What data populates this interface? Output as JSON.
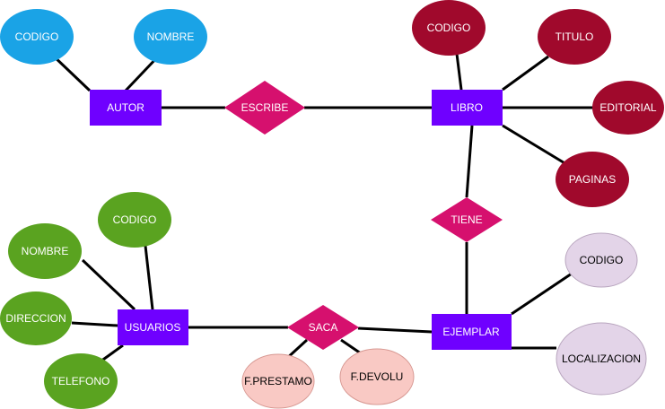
{
  "colors": {
    "entity": "#6f00ff",
    "relationship": "#d6106e",
    "autor_attr": "#1aa3e6",
    "libro_attr": "#a0092c",
    "usuario_attr": "#5aa320",
    "ejemplar_attr": "#e3d4e8",
    "saca_attr": "#f9c9c4"
  },
  "entities": {
    "autor": "AUTOR",
    "libro": "LIBRO",
    "usuarios": "USUARIOS",
    "ejemplar": "EJEMPLAR"
  },
  "relationships": {
    "escribe": "ESCRIBE",
    "tiene": "TIENE",
    "saca": "SACA"
  },
  "attributes": {
    "autor_codigo": "CODIGO",
    "autor_nombre": "NOMBRE",
    "libro_codigo": "CODIGO",
    "libro_titulo": "TITULO",
    "libro_editorial": "EDITORIAL",
    "libro_paginas": "PAGINAS",
    "usuario_codigo": "CODIGO",
    "usuario_nombre": "NOMBRE",
    "usuario_direccion": "DIRECCION",
    "usuario_telefono": "TELEFONO",
    "ejemplar_codigo": "CODIGO",
    "ejemplar_localizacion": "LOCALIZACION",
    "saca_fprestamo": "F.PRESTAMO",
    "saca_fdevolu": "F.DEVOLU"
  }
}
